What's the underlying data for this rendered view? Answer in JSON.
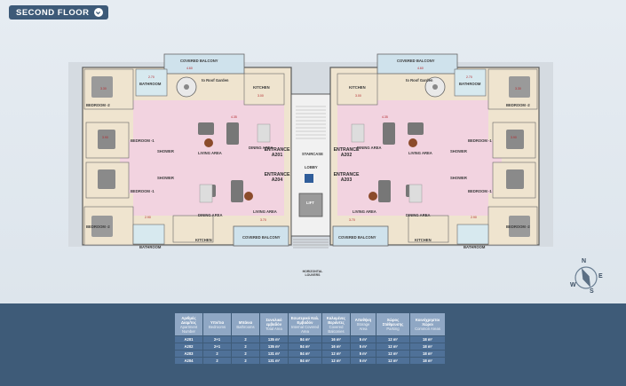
{
  "floor_selector": {
    "label": "SECOND FLOOR"
  },
  "plan": {
    "covered_balcony": "COVERED BALCONY",
    "roof_garden": "to Roof Garden",
    "bathroom": "BATHROOM",
    "bedroom_1": "BEDROOM -1",
    "bedroom_2": "BEDROOM -2",
    "shower": "SHOWER",
    "living_area": "LIVING AREA",
    "dining_area": "DINING AREA",
    "kitchen": "KITCHEN",
    "entrance_a201": "ENTRANCE A201",
    "entrance_a202": "ENTRANCE A202",
    "entrance_a203": "ENTRANCE A203",
    "entrance_a204": "ENTRANCE A204",
    "staircase": "STAIRCASE",
    "lobby": "LOBBY",
    "lift": "LIFT",
    "horizontal_louvers": "HORIZONTAL LOUVERS",
    "dims": [
      "4.60",
      "2.70",
      "3.30",
      "3.90",
      "3.00",
      "4.35",
      "2.90",
      "2.20",
      "4.50",
      "4.40",
      "3.70",
      "4.75",
      "3.60",
      "2.50",
      "6.00",
      "4.65",
      "4.95",
      "3.15",
      "1.85",
      "1.00"
    ]
  },
  "compass": {
    "n": "N",
    "e": "E",
    "s": "S",
    "w": "W"
  },
  "table": {
    "headers": [
      {
        "gr": "Αριθμός Διαμ/τος",
        "en": "Apartment Number"
      },
      {
        "gr": "Υπν/τια",
        "en": "Bedrooms"
      },
      {
        "gr": "Μπάνια",
        "en": "Bathrooms"
      },
      {
        "gr": "Συνολικό εμβαδόν",
        "en": "Total Area"
      },
      {
        "gr": "Εσωτερικό Καλ. Εμβαδόν",
        "en": "Internal Covered Area"
      },
      {
        "gr": "Καλυμένες Βεράντες",
        "en": "Covered Balconies"
      },
      {
        "gr": "Αποθήκη",
        "en": "Storage Area"
      },
      {
        "gr": "Χώρος Στάθμευσης",
        "en": "Parking"
      },
      {
        "gr": "Κοινόχρηστοι Χώροι",
        "en": "Common Areas"
      }
    ],
    "rows": [
      [
        "A201",
        "2+1",
        "2",
        "135 m²",
        "84 m²",
        "16 m²",
        "5 m²",
        "12 m²",
        "18 m²"
      ],
      [
        "A202",
        "2+1",
        "2",
        "135 m²",
        "84 m²",
        "16 m²",
        "5 m²",
        "12 m²",
        "18 m²"
      ],
      [
        "A203",
        "2",
        "2",
        "131 m²",
        "84 m²",
        "12 m²",
        "5 m²",
        "12 m²",
        "18 m²"
      ],
      [
        "A204",
        "2",
        "2",
        "131 m²",
        "84 m²",
        "12 m²",
        "5 m²",
        "12 m²",
        "18 m²"
      ]
    ]
  },
  "colors": {
    "header_bg": "#3d5a78",
    "table_header": "#8fa7c4",
    "table_row": "#4f7198",
    "bottom_bg": "#3e5b78",
    "room_pink": "#f2d3e0",
    "room_beige": "#efe4cf",
    "balcony_blue": "#cfe2ec"
  }
}
